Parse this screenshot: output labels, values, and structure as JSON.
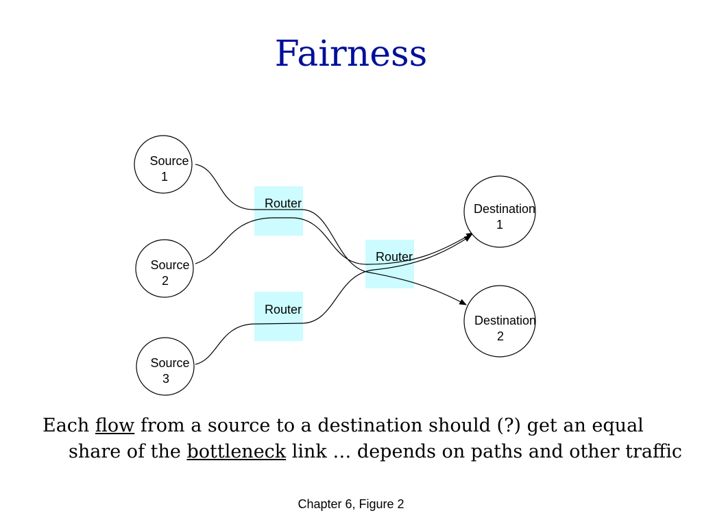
{
  "title": "Fairness",
  "diagram": {
    "sources": [
      {
        "label": "Source",
        "number": "1"
      },
      {
        "label": "Source",
        "number": "2"
      },
      {
        "label": "Source",
        "number": "3"
      }
    ],
    "routers": [
      {
        "label": "Router"
      },
      {
        "label": "Router"
      },
      {
        "label": "Router"
      }
    ],
    "destinations": [
      {
        "label": "Destination",
        "number": "1"
      },
      {
        "label": "Destination",
        "number": "2"
      }
    ],
    "colors": {
      "router_fill": "#ccfcff",
      "title": "#000f99"
    }
  },
  "body": {
    "part1": "Each ",
    "term1": "flow",
    "part2": " from a source to a destination should (?) get an equal share of the ",
    "term2": "bottleneck",
    "part3": " link … depends on paths and other traffic"
  },
  "caption": "Chapter 6, Figure 2"
}
